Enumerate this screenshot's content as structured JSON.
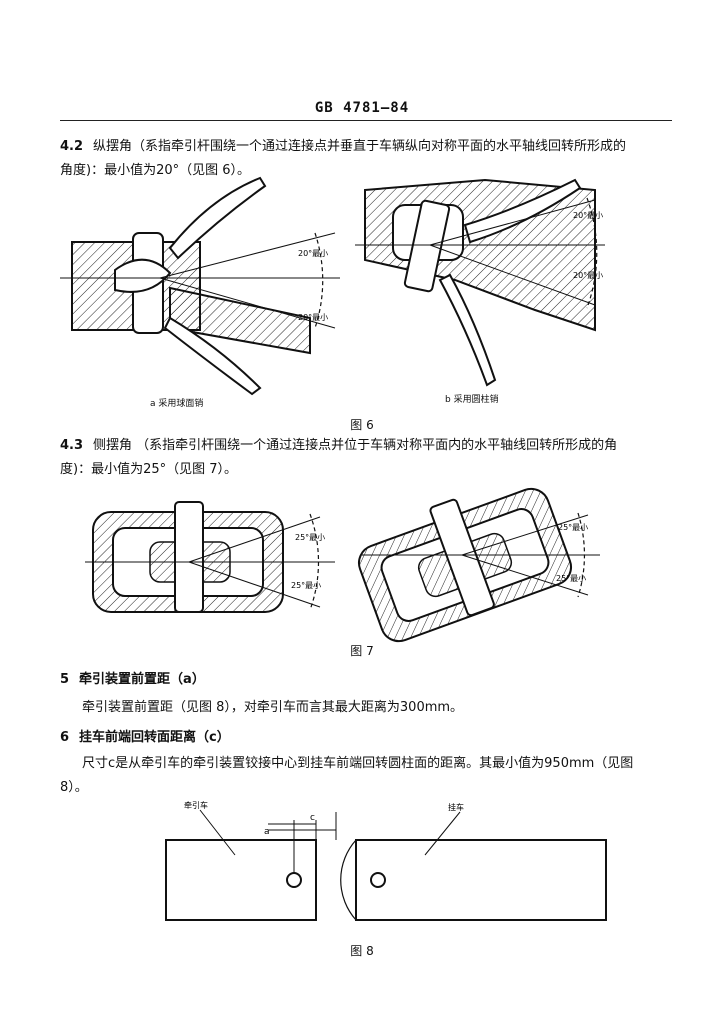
{
  "header": {
    "standard": "GB 4781—84"
  },
  "s42": {
    "number": "4.2",
    "line1": "纵摆角（系指牵引杆围绕一个通过连接点并垂直于车辆纵向对称平面的水平轴线回转所形成的",
    "line2": "角度)：最小值为20°（见图 6）。"
  },
  "fig6": {
    "caption": "图 6",
    "a_label": "a  采用球面销",
    "b_label": "b  采用圆柱销",
    "angle_labels": [
      "20°最小",
      "20°最小",
      "20°最小",
      "20°最小"
    ]
  },
  "s43": {
    "number": "4.3",
    "line1": "侧摆角 （系指牵引杆围绕一个通过连接点并位于车辆对称平面内的水平轴线回转所形成的角",
    "line2": "度)：最小值为25°（见图 7）。"
  },
  "fig7": {
    "caption": "图 7",
    "angle_labels": [
      "25°最小",
      "25°最小",
      "25°最小",
      "25°最小"
    ]
  },
  "s5": {
    "number": "5",
    "title": "牵引装置前置距（a）",
    "body": "牵引装置前置距（见图 8），对牵引车而言其最大距离为300mm。"
  },
  "s6": {
    "number": "6",
    "title": "挂车前端回转面距离（c）",
    "line1": "尺寸c是从牵引车的牵引装置铰接中心到挂车前端回转圆柱面的距离。其最小值为950mm（见图",
    "line2": "8）。"
  },
  "fig8": {
    "caption": "图 8",
    "towing_label": "牵引车",
    "trailer_label": "挂车",
    "dim_c": "c",
    "dim_a": "a"
  }
}
